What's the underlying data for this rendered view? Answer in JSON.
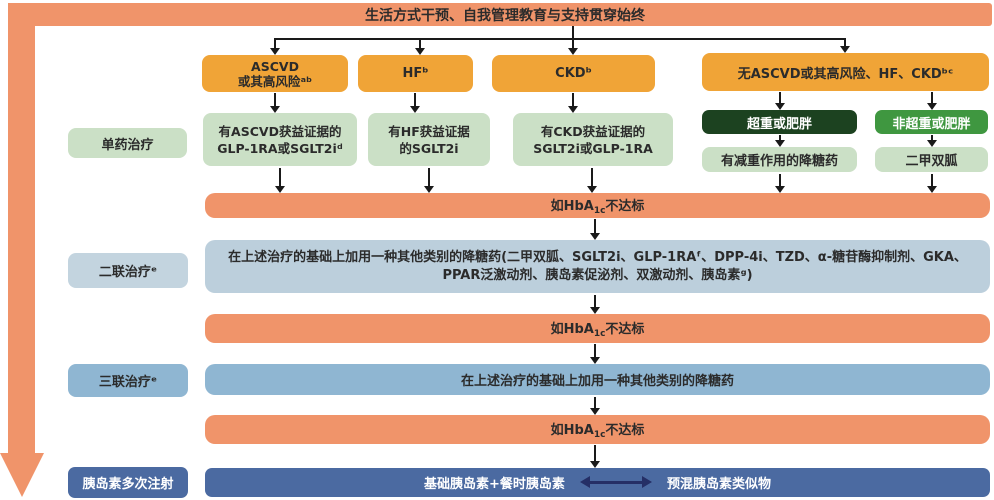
{
  "colors": {
    "salmon": "#F0946A",
    "orange_box": "#F0A437",
    "light_green": "#CBE0C6",
    "dark_green": "#1C4220",
    "medium_green": "#3F9740",
    "light_blue": "#BCCFDC",
    "medium_blue": "#8FB6D2",
    "slate_blue": "#4B6AA1",
    "connector_black": "#1a1a1a",
    "navy_arrow": "#252F66"
  },
  "top_bar": {
    "text": "生活方式干预、自我管理教育与支持贯穿始终"
  },
  "row_labels": {
    "monotherapy": "单药治疗",
    "dual": "二联治疗ᵉ",
    "triple": "三联治疗ᵉ",
    "insulin_multi": "胰岛素多次注射"
  },
  "condition_boxes": [
    {
      "line1": "ASCVD",
      "line2": "或其高风险ᵃᵇ"
    },
    {
      "line1": "HFᵇ"
    },
    {
      "line1": "CKDᵇ"
    },
    {
      "line1": "无ASCVD或其高风险、HF、CKDᵇᶜ"
    }
  ],
  "monotherapy_boxes": [
    {
      "line1": "有ASCVD获益证据的",
      "line2": "GLP-1RA或SGLT2iᵈ"
    },
    {
      "line1": "有HF获益证据",
      "line2": "的SGLT2i"
    },
    {
      "line1": "有CKD获益证据的",
      "line2": "SGLT2i或GLP-1RA"
    }
  ],
  "weight_branch": {
    "overweight": "超重或肥胖",
    "non_overweight": "非超重或肥胖",
    "weight_loss_drug": "有减重作用的降糖药",
    "metformin": "二甲双胍"
  },
  "hba1c_bar": {
    "pre": "如HbA",
    "sub": "1c",
    "post": "不达标"
  },
  "dual_therapy_bar": {
    "line1": "在上述治疗的基础上加用一种其他类别的降糖药(二甲双胍、SGLT2i、GLP-1RAᶠ、DPP-4i、TZD、α-糖苷酶抑制剂、GKA、",
    "line2": "PPAR泛激动剂、胰岛素促泌剂、双激动剂、胰岛素ᵍ)"
  },
  "triple_therapy_bar": {
    "text": "在上述治疗的基础上加用一种其他类别的降糖药"
  },
  "insulin_bar": {
    "left": "基础胰岛素+餐时胰岛素",
    "right": "预混胰岛素类似物"
  }
}
